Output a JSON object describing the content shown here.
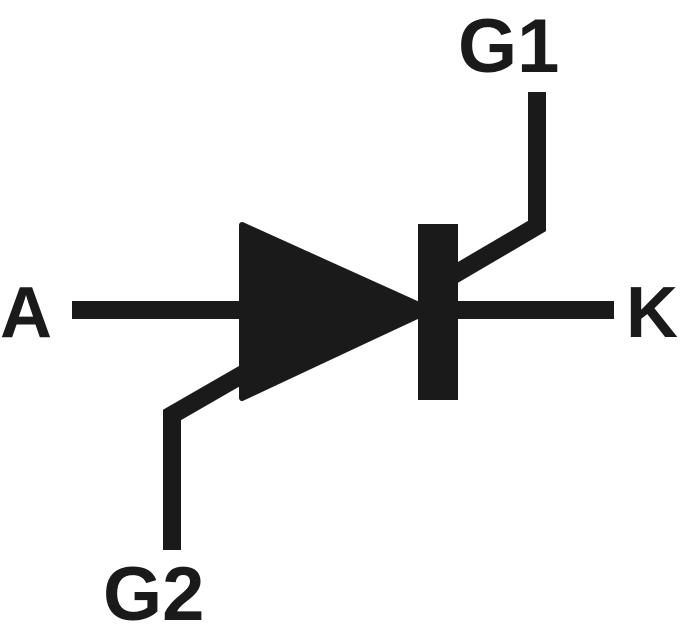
{
  "labels": {
    "anode": "A",
    "cathode": "K",
    "gate1": "G1",
    "gate2": "G2"
  },
  "colors": {
    "stroke": "#1a1a1a",
    "background": "#ffffff"
  }
}
